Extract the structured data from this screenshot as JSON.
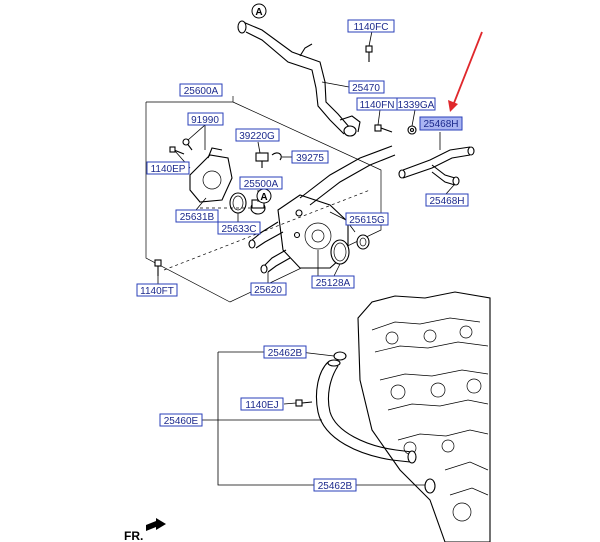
{
  "labels": {
    "p1140FC": "1140FC",
    "p25470": "25470",
    "p25600A": "25600A",
    "p1140FN": "1140FN",
    "p1339GA": "1339GA",
    "p25468H_top": "25468H",
    "p91990": "91990",
    "p39220G": "39220G",
    "p39275": "39275",
    "p1140EP": "1140EP",
    "p25500A": "25500A",
    "p25468H_bottom": "25468H",
    "p25631B": "25631B",
    "p25633C": "25633C",
    "p25615G": "25615G",
    "p25128A": "25128A",
    "p1140FT": "1140FT",
    "p25620": "25620",
    "p25462B_top": "25462B",
    "p1140EJ": "1140EJ",
    "p25460E": "25460E",
    "p25462B_bottom": "25462B"
  },
  "refs": {
    "a1": "A",
    "a2": "A"
  },
  "direction": {
    "text": "FR."
  },
  "colors": {
    "label_border": "#2a3fb8",
    "label_text": "#1c2a8c",
    "highlight": "#a9b4f2",
    "arrow": "#e0282c"
  }
}
